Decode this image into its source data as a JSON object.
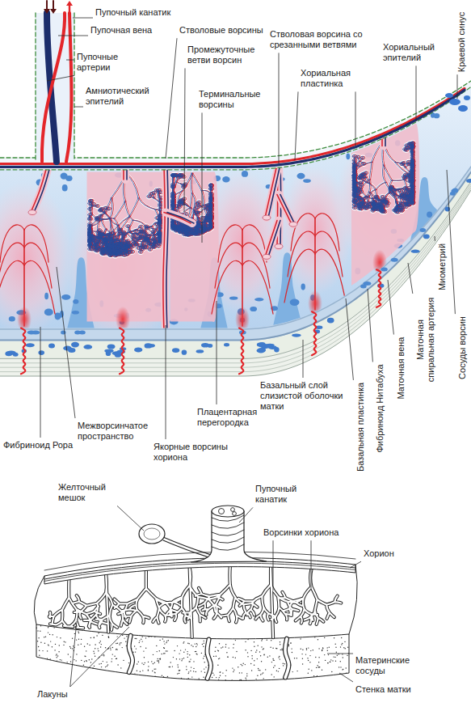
{
  "diagram": {
    "labels": [
      "Пупочный канатик",
      "Пупочная вена",
      "Стволовые ворсины",
      "Промежуточные ветви ворсин",
      "Стволовая ворсина со срезанными ветвями",
      "Хориальный эпителий",
      "Пупочные артерии",
      "Хориальная пластинка",
      "Амниотический эпителий",
      "Терминальные ворсины",
      "Краевой синус",
      "Миометрий",
      "Сосуды ворсин",
      "Маточная спиральная артерия",
      "Маточная вена",
      "Фибриноид Нитабуха",
      "Базальная пластинка",
      "Базальный слой слизистой оболочки матки",
      "Плацентарная перегородка",
      "Межворсинчатое пространство",
      "Якорные ворсины хориона",
      "Фибриноид Рора",
      "Желточный мешок",
      "Пупочный канатик",
      "Ворсинки хориона",
      "Хорион",
      "Материнские сосуды",
      "Стенка матки",
      "Лакуны"
    ]
  }
}
